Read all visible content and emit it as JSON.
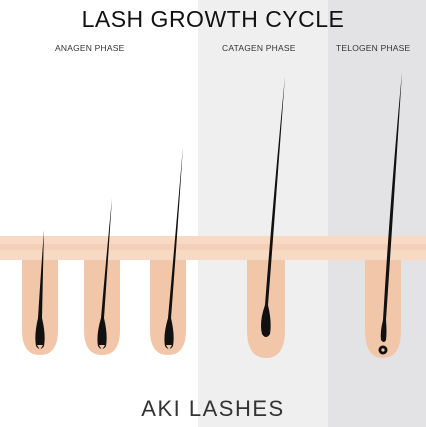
{
  "title": "LASH GROWTH CYCLE",
  "phases": {
    "anagen": "ANAGEN PHASE",
    "catagen": "CATAGEN PHASE",
    "telogen": "TELOGEN PHASE"
  },
  "brand": "AKI LASHES",
  "colors": {
    "background": "#ffffff",
    "catagen_panel": "#efefef",
    "telogen_panel": "#e3e3e5",
    "skin": "#f7d9c4",
    "skin_band": "#f3d0b9",
    "follicle": "#f2c7a9",
    "lash": "#111111",
    "text": "#222222"
  }
}
